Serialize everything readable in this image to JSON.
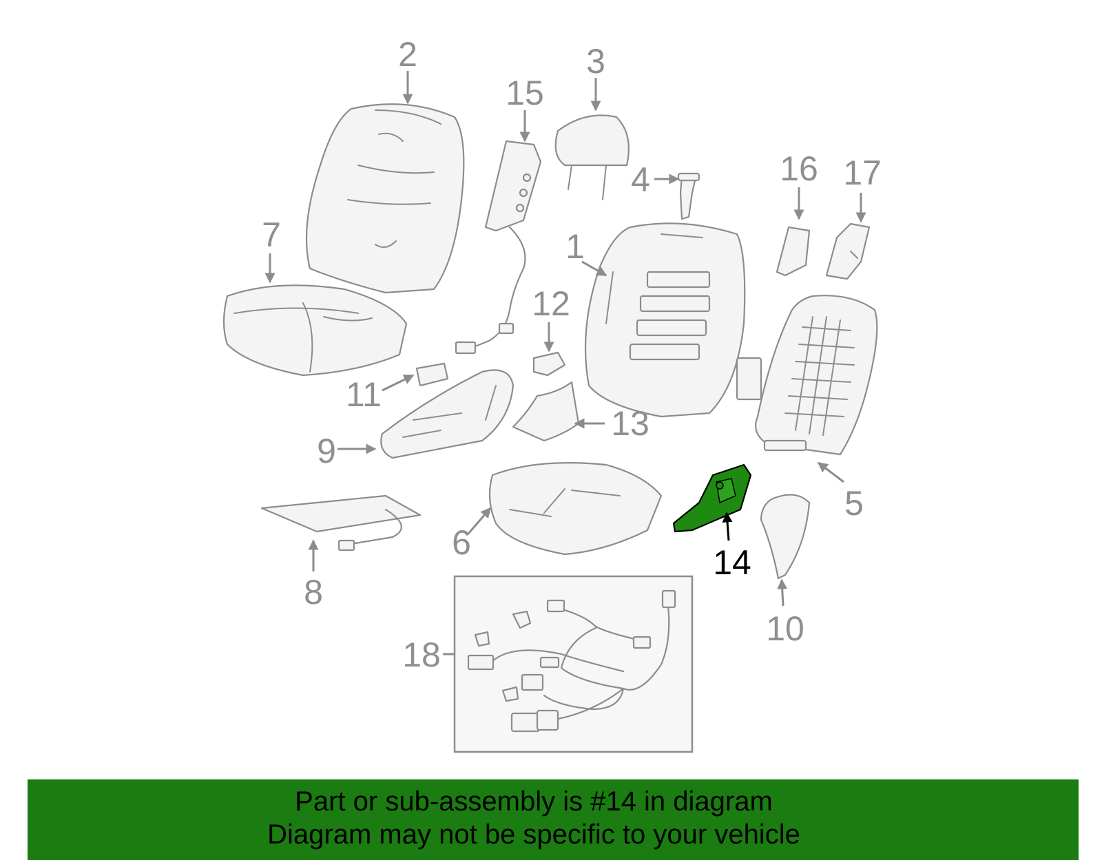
{
  "diagram": {
    "highlight_part": "14",
    "highlight_color": "#1e8a12",
    "part_color": "#8c8c8c",
    "labels": {
      "p1": "1",
      "p2": "2",
      "p3": "3",
      "p4": "4",
      "p5": "5",
      "p6": "6",
      "p7": "7",
      "p8": "8",
      "p9": "9",
      "p10": "10",
      "p11": "11",
      "p12": "12",
      "p13": "13",
      "p14": "14",
      "p15": "15",
      "p16": "16",
      "p17": "17",
      "p18": "18"
    }
  },
  "footer": {
    "line1": "Part or sub-assembly is #14 in diagram",
    "line2": "Diagram may not be specific to your vehicle",
    "background": "#1b7c12"
  }
}
